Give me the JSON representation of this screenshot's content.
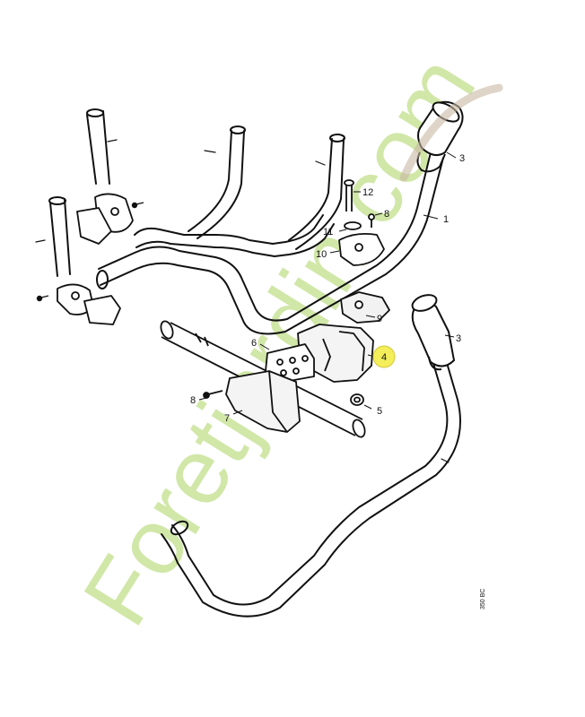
{
  "watermark": {
    "text": "Foretjardin.com",
    "color": "#c9e39a",
    "accent": "#c8b8a3"
  },
  "highlight": {
    "label": "4",
    "color": "#f3ee5a"
  },
  "reference_code": "350 BC",
  "parts": {
    "p1": "1",
    "p3a": "3",
    "p3b": "3",
    "p5": "5",
    "p6": "6",
    "p7": "7",
    "p8a": "8",
    "p8b": "8",
    "p9": "9",
    "p10": "10",
    "p11": "11",
    "p12": "12"
  }
}
